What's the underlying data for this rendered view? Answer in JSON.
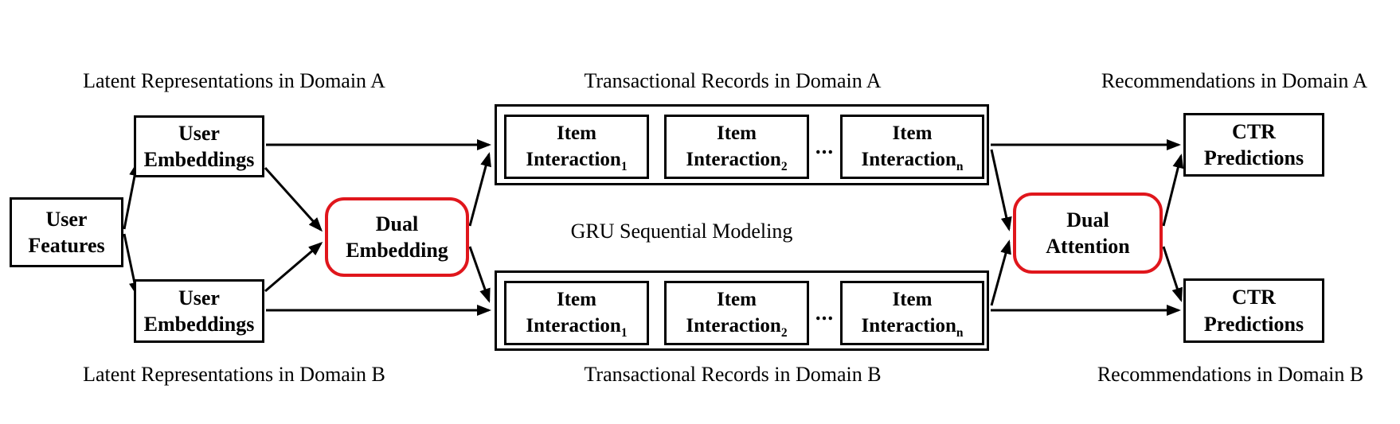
{
  "colors": {
    "background": "#ffffff",
    "box_border": "#000000",
    "highlight_border": "#e0161c",
    "text": "#000000"
  },
  "section_labels": {
    "latent_a": "Latent Representations in Domain A",
    "latent_b": "Latent Representations in Domain B",
    "transactional_a": "Transactional Records in Domain A",
    "transactional_b": "Transactional Records in Domain B",
    "gru": "GRU Sequential Modeling",
    "recommendations_a": "Recommendations in Domain A",
    "recommendations_b": "Recommendations in Domain B"
  },
  "nodes": {
    "user_features": {
      "line1": "User",
      "line2": "Features"
    },
    "user_embeddings_a": {
      "line1": "User",
      "line2": "Embeddings"
    },
    "user_embeddings_b": {
      "line1": "User",
      "line2": "Embeddings"
    },
    "dual_embedding": {
      "line1": "Dual",
      "line2": "Embedding"
    },
    "dual_attention": {
      "line1": "Dual",
      "line2": "Attention"
    },
    "ctr_predictions_a": {
      "line1": "CTR",
      "line2": "Predictions"
    },
    "ctr_predictions_b": {
      "line1": "CTR",
      "line2": "Predictions"
    }
  },
  "item_rows": {
    "domain_a": {
      "items": [
        {
          "line1": "Item",
          "line2": "Interaction",
          "subscript": "1"
        },
        {
          "line1": "Item",
          "line2": "Interaction",
          "subscript": "2"
        },
        {
          "line1": "Item",
          "line2": "Interaction",
          "subscript": "n"
        }
      ],
      "ellipsis": "..."
    },
    "domain_b": {
      "items": [
        {
          "line1": "Item",
          "line2": "Interaction",
          "subscript": "1"
        },
        {
          "line1": "Item",
          "line2": "Interaction",
          "subscript": "2"
        },
        {
          "line1": "Item",
          "line2": "Interaction",
          "subscript": "n"
        }
      ],
      "ellipsis": "..."
    }
  }
}
